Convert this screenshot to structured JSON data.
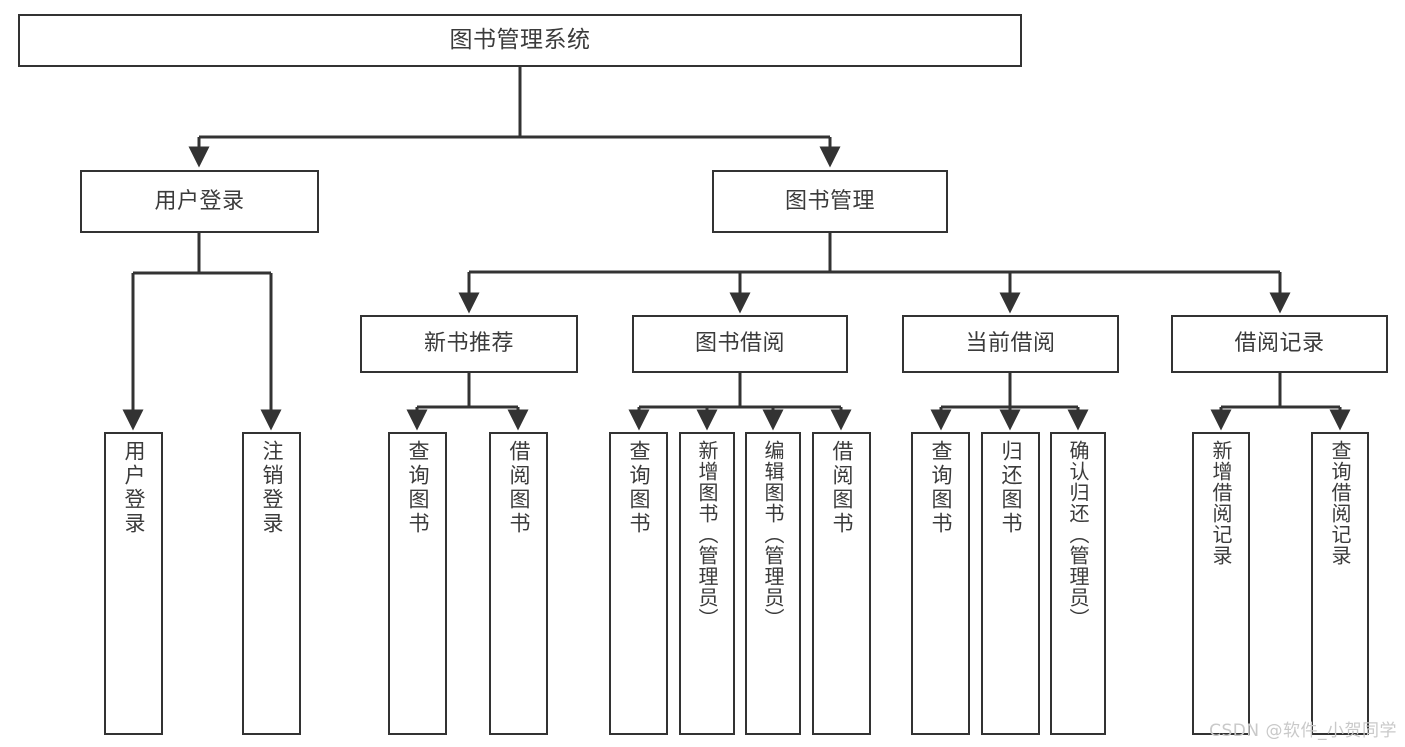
{
  "diagram": {
    "title": "图书管理系统",
    "type": "tree-hierarchy-diagram",
    "watermark": "CSDN @软件_小贺同学",
    "colors": {
      "box_border": "#333333",
      "box_fill": "#ffffff",
      "text": "#3b3b3b",
      "connector": "#333333",
      "watermark": "#c9c9c9"
    },
    "nodes": {
      "root": {
        "label": "图书管理系统"
      },
      "level2": [
        {
          "id": "user-login",
          "label": "用户登录"
        },
        {
          "id": "book-management",
          "label": "图书管理"
        }
      ],
      "level3": [
        {
          "id": "new-book-recommend",
          "label": "新书推荐"
        },
        {
          "id": "book-borrow",
          "label": "图书借阅"
        },
        {
          "id": "current-borrow",
          "label": "当前借阅"
        },
        {
          "id": "borrow-record",
          "label": "借阅记录"
        }
      ],
      "leaves": {
        "user-login": [
          {
            "id": "leaf-user-login",
            "label": "用户登录"
          },
          {
            "id": "leaf-logout-login",
            "label": "注销登录"
          }
        ],
        "new-book-recommend": [
          {
            "id": "leaf-query-book-1",
            "label": "查询图书"
          },
          {
            "id": "leaf-borrow-book-1",
            "label": "借阅图书"
          }
        ],
        "book-borrow": [
          {
            "id": "leaf-query-book-2",
            "label": "查询图书"
          },
          {
            "id": "leaf-add-book-admin",
            "label": "新增图书（管理员）"
          },
          {
            "id": "leaf-edit-book-admin",
            "label": "编辑图书（管理员）"
          },
          {
            "id": "leaf-borrow-book-2",
            "label": "借阅图书"
          }
        ],
        "current-borrow": [
          {
            "id": "leaf-query-book-3",
            "label": "查询图书"
          },
          {
            "id": "leaf-return-book",
            "label": "归还图书"
          },
          {
            "id": "leaf-confirm-return-admin",
            "label": "确认归还（管理员）"
          }
        ],
        "borrow-record": [
          {
            "id": "leaf-add-borrow-record",
            "label": "新增借阅记录"
          },
          {
            "id": "leaf-query-borrow-record",
            "label": "查询借阅记录"
          }
        ]
      }
    }
  }
}
